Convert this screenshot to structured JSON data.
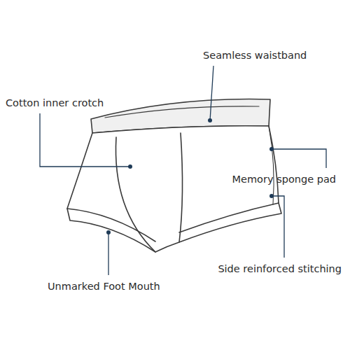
{
  "diagram": {
    "labels": [
      "Seamless waistband",
      "Cotton inner crotch",
      "Memory sponge pad",
      "Side reinforced stitching",
      "Unmarked Foot Mouth"
    ]
  }
}
